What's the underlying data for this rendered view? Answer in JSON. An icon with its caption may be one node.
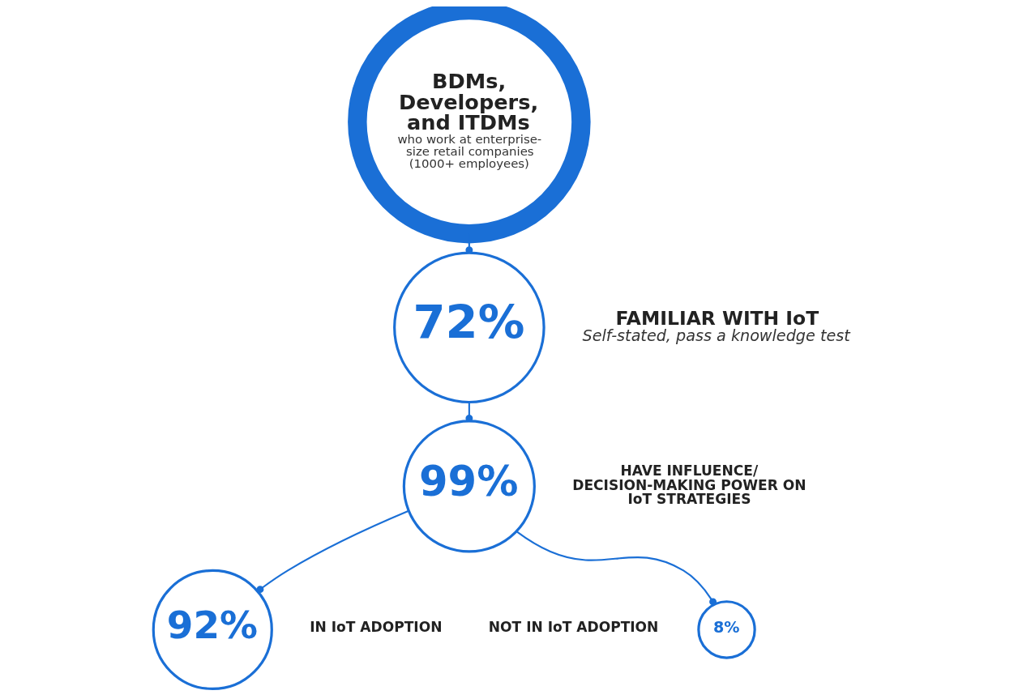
{
  "diagram": {
    "nodes": [
      {
        "text": [
          "BDMs, Developers, and ITDMs",
          "who work at enterprise-size retail companies (1000+ employees)"
        ]
      },
      {
        "text": [
          "72%"
        ],
        "beside": [
          "FAMILIAR WITH IoT",
          "Self-stated, pass a knowledge test"
        ]
      },
      {
        "text": [
          "99%"
        ],
        "beside": [
          "HAVE INFLUENCE/ DECISION-MAKING POWER ON IoT STRATEGIES"
        ]
      },
      {
        "text": [
          "8%"
        ],
        "beside": [
          "NOT IN IoT ADOPTION"
        ]
      },
      {
        "text": [
          "92%"
        ],
        "beside": [
          "IN IoT ADOPTION"
        ]
      }
    ],
    "edges": [
      {
        "from": 0,
        "to": 1,
        "arrow": "other"
      },
      {
        "from": 1,
        "to": 2,
        "arrow": "other"
      },
      {
        "from": 2,
        "to": 3,
        "arrow": "other"
      },
      {
        "from": 2,
        "to": 4,
        "arrow": "other"
      }
    ]
  }
}
